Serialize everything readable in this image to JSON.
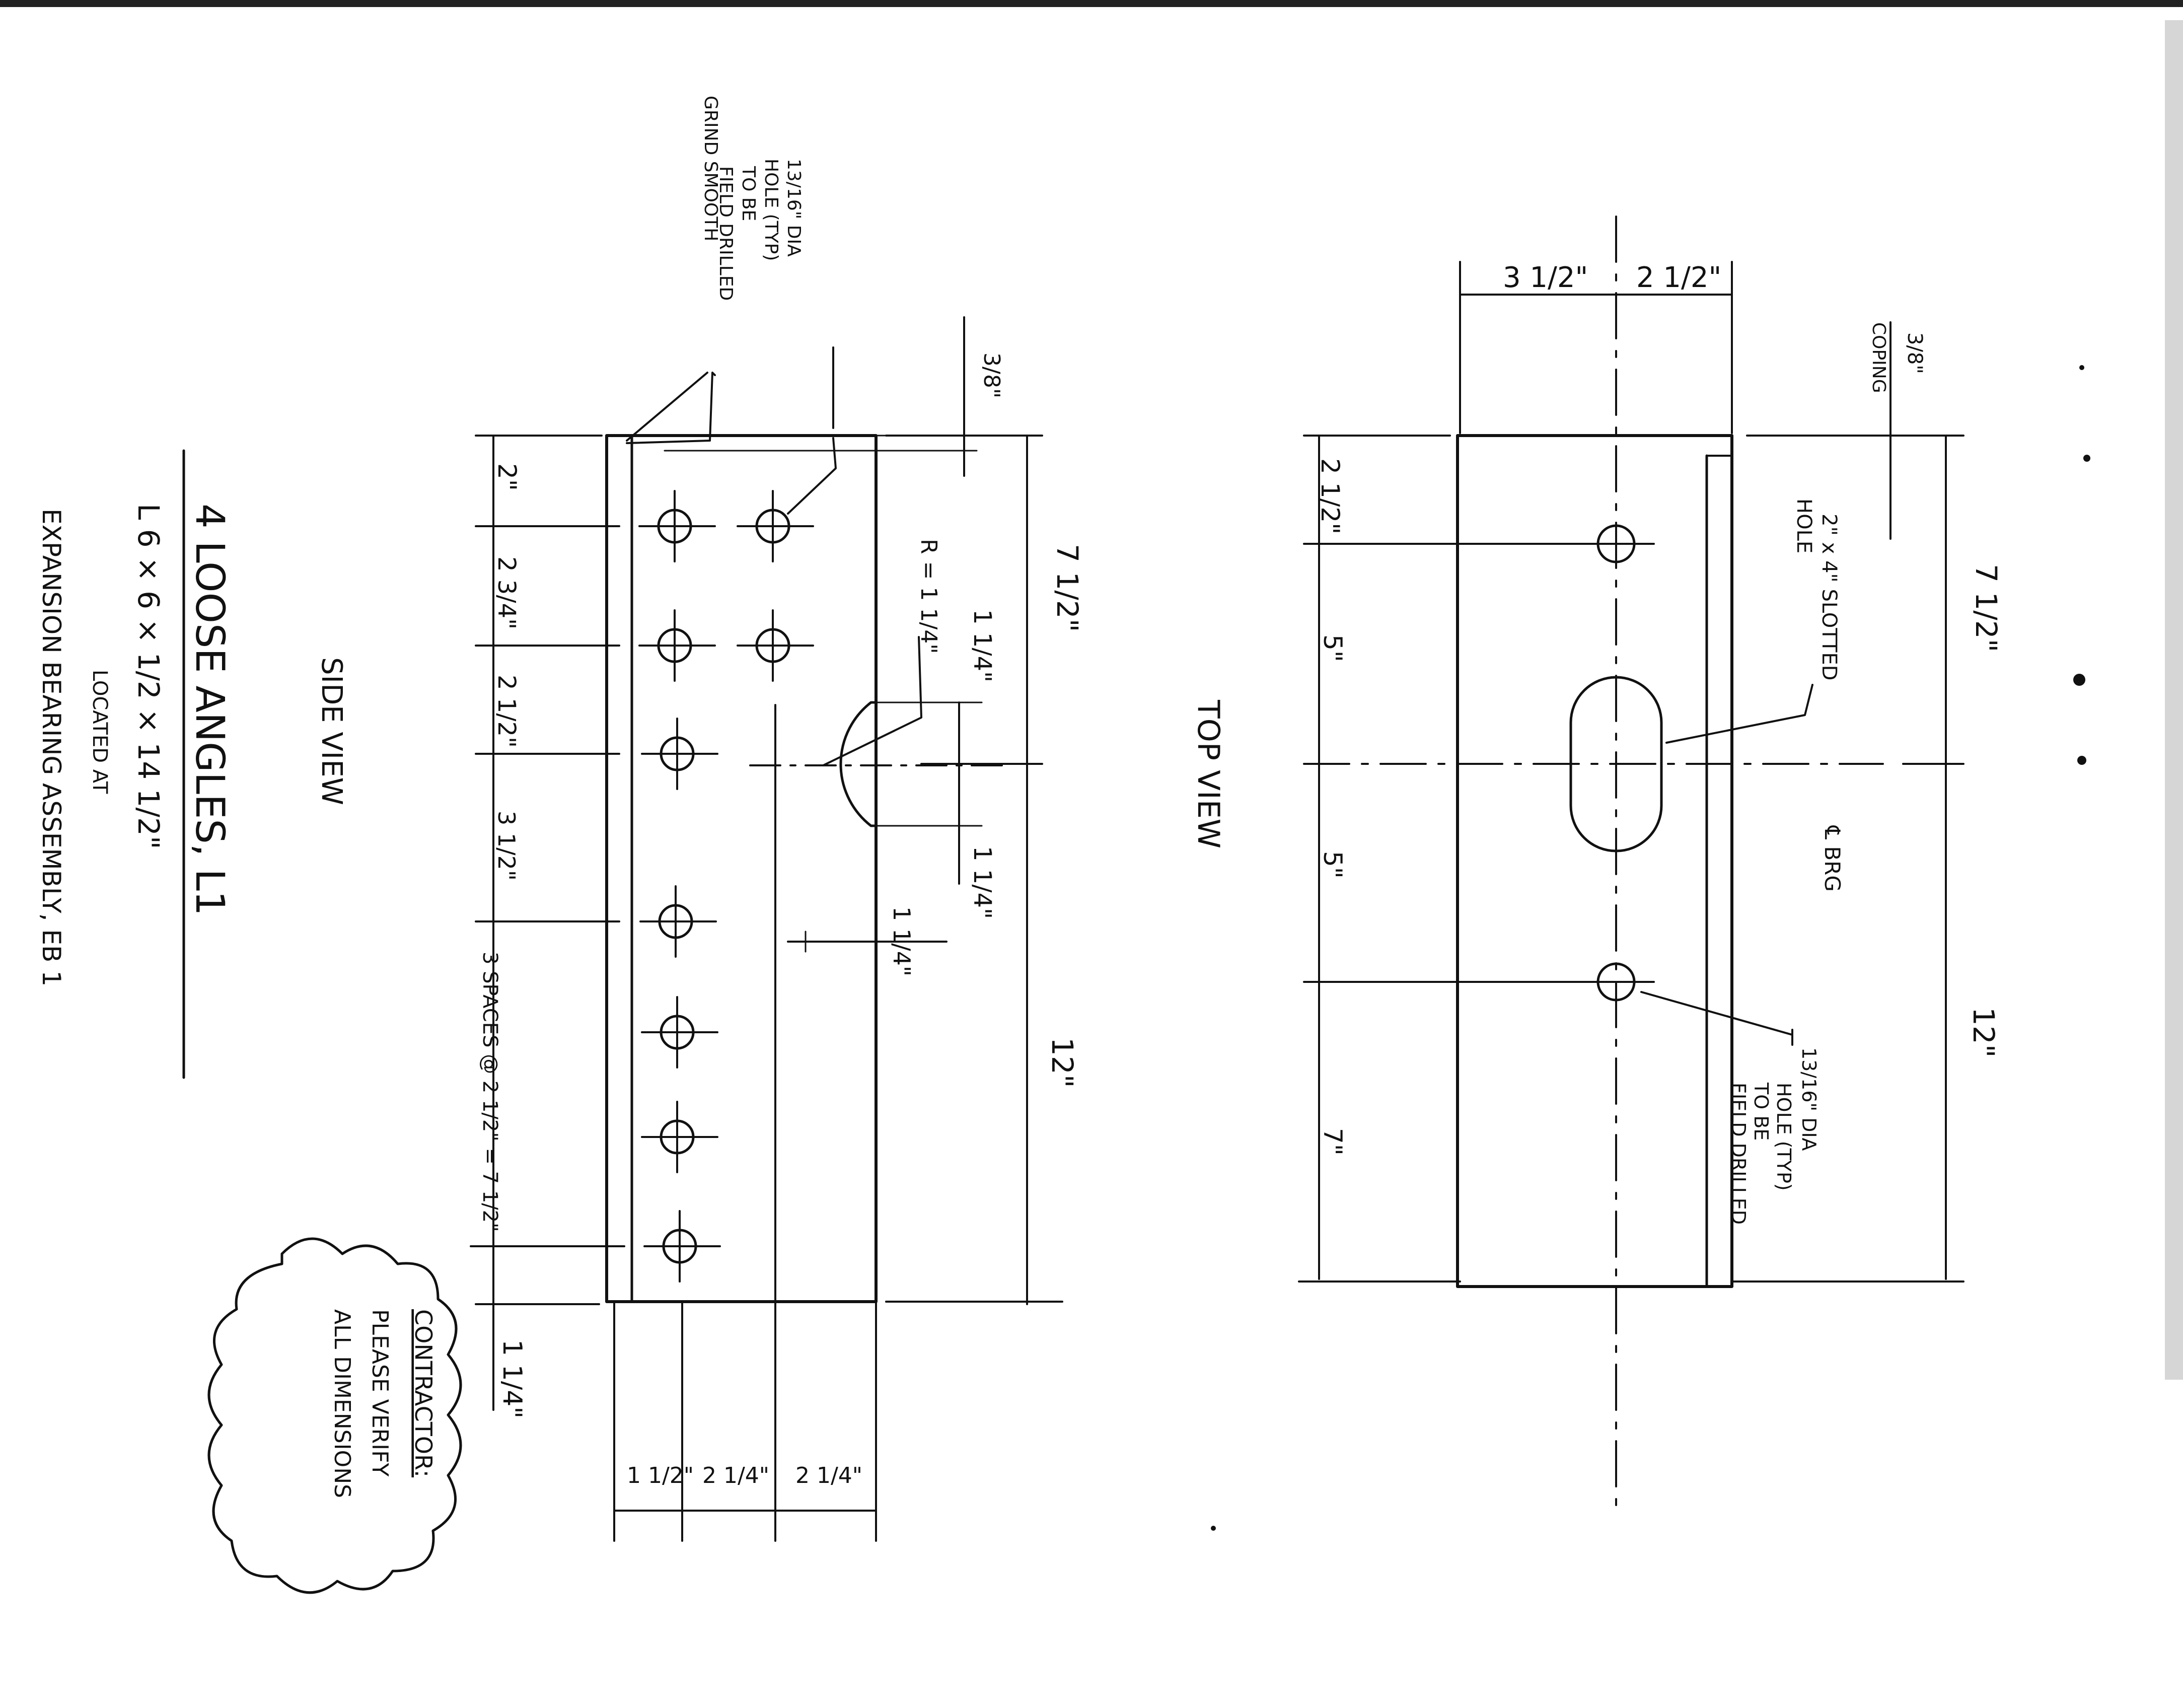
{
  "drawing": {
    "title": "4 LOOSE ANGLES, L1",
    "angle_size": "L 6 × 6 × 1/2 × 14 1/2\"",
    "located_at": "LOCATED AT",
    "location": "EXPANSION BEARING ASSEMBLY, EB 1"
  },
  "side_view": {
    "view_label": "SIDE VIEW",
    "grind_note": "GRIND SMOOTH",
    "hole_note": [
      "13/16\" DIA",
      "HOLE (TYP)",
      "TO BE",
      "FIELD DRILLED"
    ],
    "radius_note": "R = 1 1/4\"",
    "dims": {
      "top_thk": "3/8\"",
      "total_left": "7 1/2\"",
      "total_right": "12\"",
      "slot_top": "1 1/4\"",
      "slot_bottom": "1 1/4\"",
      "slot_depth": "1 1/4\"",
      "edge_bottom": "1 1/4\"",
      "spacings": [
        "2\"",
        "2 3/4\"",
        "2 1/2\"",
        "3 1/2\"",
        "3 SPACES @ 2 1/2\" = 7 1/2\""
      ],
      "gauge": [
        "1 1/2\"",
        "2 1/4\"",
        "2 1/4\""
      ]
    }
  },
  "top_view": {
    "view_label": "TOP VIEW",
    "coping_note": "COPING",
    "coping_dim": "3/8\"",
    "slot_note": [
      "2\" x 4\" SLOTTED",
      "HOLE"
    ],
    "bearing_note": "℄ BRG",
    "hole_note": [
      "13/16\" DIA",
      "HOLE (TYP)",
      "TO BE",
      "FIELD DRILLED"
    ],
    "dims": {
      "width_left": "3 1/2\"",
      "width_right": "2 1/2\"",
      "total_left": "7 1/2\"",
      "total_right": "12\"",
      "spacings": [
        "2 1/2\"",
        "5\"",
        "5\"",
        "7\""
      ]
    }
  },
  "cloud_note": {
    "heading": "CONTRACTOR:",
    "line1": "PLEASE VERIFY",
    "line2": "ALL DIMENSIONS"
  }
}
